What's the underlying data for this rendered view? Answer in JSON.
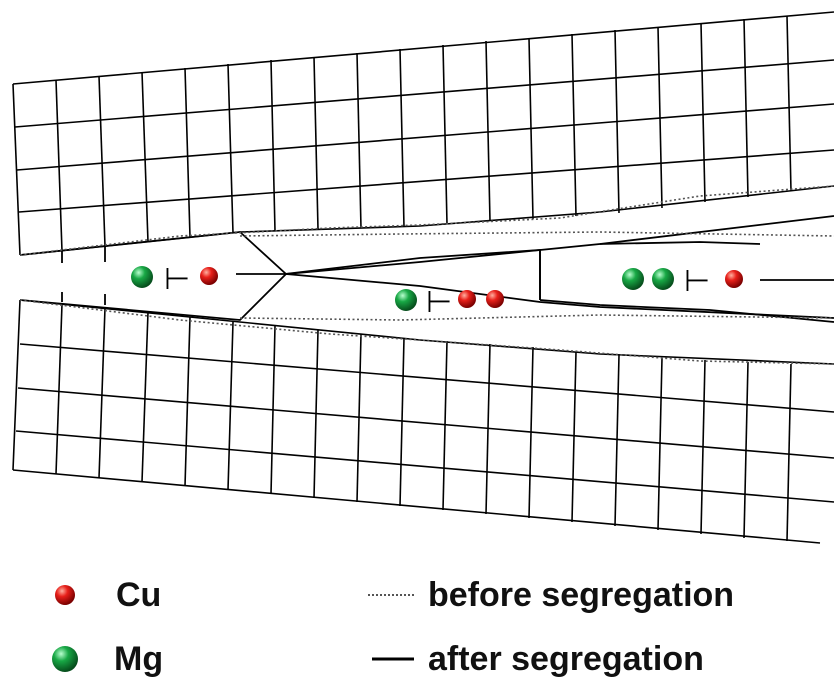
{
  "legend": {
    "cu": {
      "label": "Cu",
      "color": "#e01010",
      "icon": "red-sphere"
    },
    "mg": {
      "label": "Mg",
      "color": "#10a040",
      "icon": "green-sphere"
    },
    "before": {
      "label": "before segregation",
      "style": "dotted-line"
    },
    "after": {
      "label": "after segregation",
      "style": "solid-line"
    }
  },
  "symbols": {
    "dislocation": "⊢"
  },
  "colors": {
    "grid_line": "#000000",
    "dotted_line": "#555555",
    "background": "#ffffff"
  }
}
